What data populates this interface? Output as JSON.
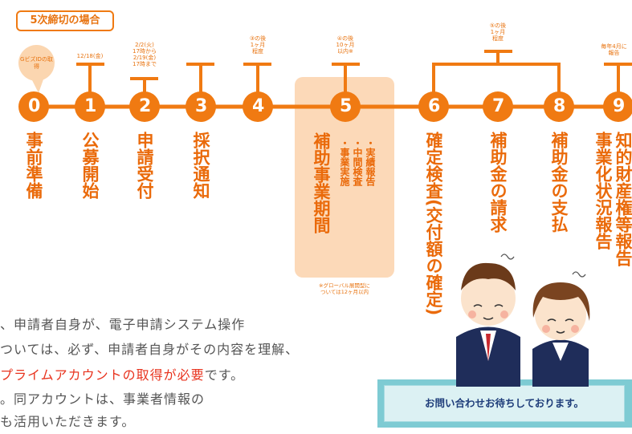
{
  "title": "5次締切の場合",
  "colors": {
    "accent": "#f07a12",
    "text_accent": "#ea6a0a",
    "period_bg": "#fcd9b8",
    "red": "#e8331e",
    "banner": "#7ecbd3"
  },
  "bubble": "GビズIDの取得",
  "callouts": {
    "c1": "12/18(金)",
    "c2a": "2/2(火)",
    "c2b": "17時から",
    "c2c": "2/19(金)",
    "c2d": "17時まで",
    "c4a": "③の後",
    "c4b": "1ヶ月",
    "c4c": "程度",
    "c5a": "④の後",
    "c5b": "10ヶ月",
    "c5c": "以内※",
    "c7a": "⑤の後",
    "c7b": "1ヶ月",
    "c7c": "程度",
    "c9a": "毎年4月に",
    "c9b": "報告"
  },
  "steps": [
    {
      "num": "0",
      "label": "事前準備"
    },
    {
      "num": "1",
      "label": "公募開始"
    },
    {
      "num": "2",
      "label": "申請受付"
    },
    {
      "num": "3",
      "label": "採択通知"
    },
    {
      "num": "4",
      "label": ""
    },
    {
      "num": "5",
      "label": "補助事業期間"
    },
    {
      "num": "6",
      "label": "確定検査(交付額の確定)"
    },
    {
      "num": "7",
      "label": "補助金の請求"
    },
    {
      "num": "8",
      "label": "補助金の支払"
    },
    {
      "num": "9",
      "label": "知的財産権等報告"
    }
  ],
  "step9_col2": "事業化状況報告",
  "period_items": [
    "・事業実施",
    "・中間検査",
    "・実績報告"
  ],
  "period_note_1": "※グローバル展開型に",
  "period_note_2": "ついては12ヶ月以内",
  "body_lines": [
    "、申請者自身が、電子申請システム操作",
    "ついては、必ず、申請者自身がその内容を理解、",
    "",
    "。同アカウントは、事業者情報の",
    "も活用いただきます。"
  ],
  "body_red": "プライムアカウントの取得が必要",
  "body_red_after": "です。",
  "banner": "お問い合わせお待ちしております。"
}
